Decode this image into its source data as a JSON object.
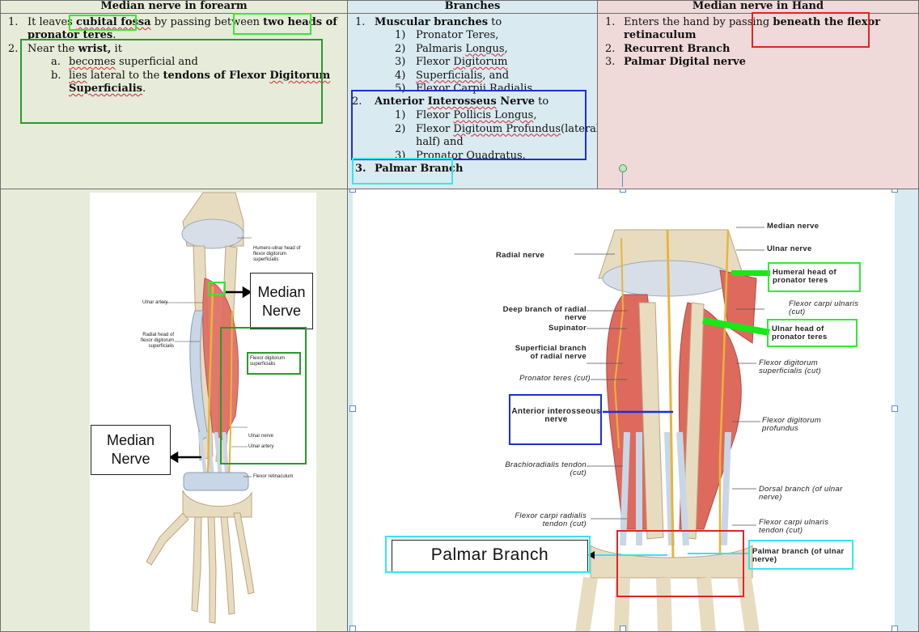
{
  "headers": {
    "col1": "Median nerve in forearm",
    "col2": "Branches",
    "col3": "Median nerve in Hand"
  },
  "forearm": {
    "item1": {
      "num": "1.",
      "pre": "It leaves ",
      "cubital": "cubital fossa",
      "mid": " by passing between ",
      "heads": "two heads of",
      "heads2": "pronator teres",
      "post": "."
    },
    "item2": {
      "num": "2.",
      "pre": "Near the ",
      "wrist": "wrist,",
      "post": " it"
    },
    "sub_a": {
      "letter": "a.",
      "word": "becomes",
      "rest": " superficial and"
    },
    "sub_b": {
      "letter": "b.",
      "word": "lies",
      "rest": " lateral to the ",
      "tendons": "tendons of Flexor ",
      "digitorum": "Digitorum",
      "superficialis": "Superficialis",
      "end": "."
    }
  },
  "branches": {
    "b1": {
      "num": "1.",
      "title": "Muscular branches",
      "post": " to"
    },
    "b1_items": [
      {
        "n": "1)",
        "pre": "Pronator Teres,",
        "sq": "",
        "post": ""
      },
      {
        "n": "2)",
        "pre": "Palmaris ",
        "sq": "Longus",
        "post": ","
      },
      {
        "n": "3)",
        "pre": "Flexor ",
        "sq": "Digitorum",
        "post": ""
      },
      {
        "n": "4)",
        "pre": "",
        "sq": "Superficialis",
        "post": ", and"
      },
      {
        "n": "5)",
        "pre": "Flexor Carpii Radialis",
        "sq": "",
        "post": "."
      }
    ],
    "b2": {
      "num": "2.",
      "title1": "Anterior ",
      "title2": "Interosseus",
      "title3": " Nerve",
      "post": " to"
    },
    "b2_items": [
      {
        "n": "1)",
        "pre": "Flexor ",
        "sq": "Pollicis Longus",
        "post": ","
      },
      {
        "n": "2)",
        "pre": "Flexor ",
        "sq": "Digitoum Profundus",
        "post": "(lateral"
      },
      {
        "n": "",
        "pre": "half) and",
        "sq": "",
        "post": ""
      },
      {
        "n": "3)",
        "pre": "Pronator Quadratus.",
        "sq": "",
        "post": ""
      }
    ],
    "b3": {
      "num": "3.",
      "title": "Palmar Branch"
    }
  },
  "hand": {
    "h1": {
      "num": "1.",
      "pre": "Enters the hand by passing ",
      "bold": "beneath the flexor",
      "bold2": "retinaculum"
    },
    "h2": {
      "num": "2.",
      "title": "Recurrent Branch"
    },
    "h3": {
      "num": "3.",
      "title": "Palmar Digital nerve"
    }
  },
  "left_figure": {
    "labels": {
      "humero": "Humero-ulnar head of flexor digitorum superficialis",
      "ulnar_artery": "Ulnar artery",
      "radial_head": "Radial head of flexor digitorum superficialis",
      "fds": "Flexor digitorum superficialis",
      "ulnar_nerve": "Ulnar nerve",
      "ulnar_artery2": "Ulnar artery",
      "flexor_ret": "Flexor retinaculum"
    },
    "callout_top": {
      "line1": "Median",
      "line2": "Nerve"
    },
    "callout_bottom": {
      "line1": "Median",
      "line2": "Nerve"
    }
  },
  "right_figure": {
    "labels": {
      "median": "Median nerve",
      "ulnar": "Ulnar nerve",
      "radial": "Radial nerve",
      "humeral_head": "Humeral head of pronator teres",
      "fcu": "Flexor carpi ulnaris (cut)",
      "deep": "Deep branch of radial nerve",
      "supinator": "Supinator",
      "ulnar_head": "Ulnar head of pronator teres",
      "superficial": "Superficial branch of radial nerve",
      "fds": "Flexor digitorum superficialis (cut)",
      "pronator": "Pronator teres (cut)",
      "anterior": "Anterior interosseous nerve",
      "fdp": "Flexor digitorum profundus",
      "brachio": "Brachioradialis tendon (cut)",
      "dorsal": "Dorsal branch (of ulnar nerve)",
      "fcr": "Flexor carpi radialis tendon (cut)",
      "fcu_tendon": "Flexor carpi ulnaris tendon (cut)",
      "palmar_ulnar": "Palmar branch (of ulnar nerve)"
    },
    "palmar_callout": "Palmar Branch"
  },
  "colors": {
    "green_light": "#34e834",
    "green_dark": "#2a9a2a",
    "blue": "#1c2fd6",
    "cyan": "#35e6ec",
    "red": "#e22424",
    "muscle": "#de6a5e",
    "bone": "#e8dcc0",
    "nerve": "#e8b43c"
  }
}
